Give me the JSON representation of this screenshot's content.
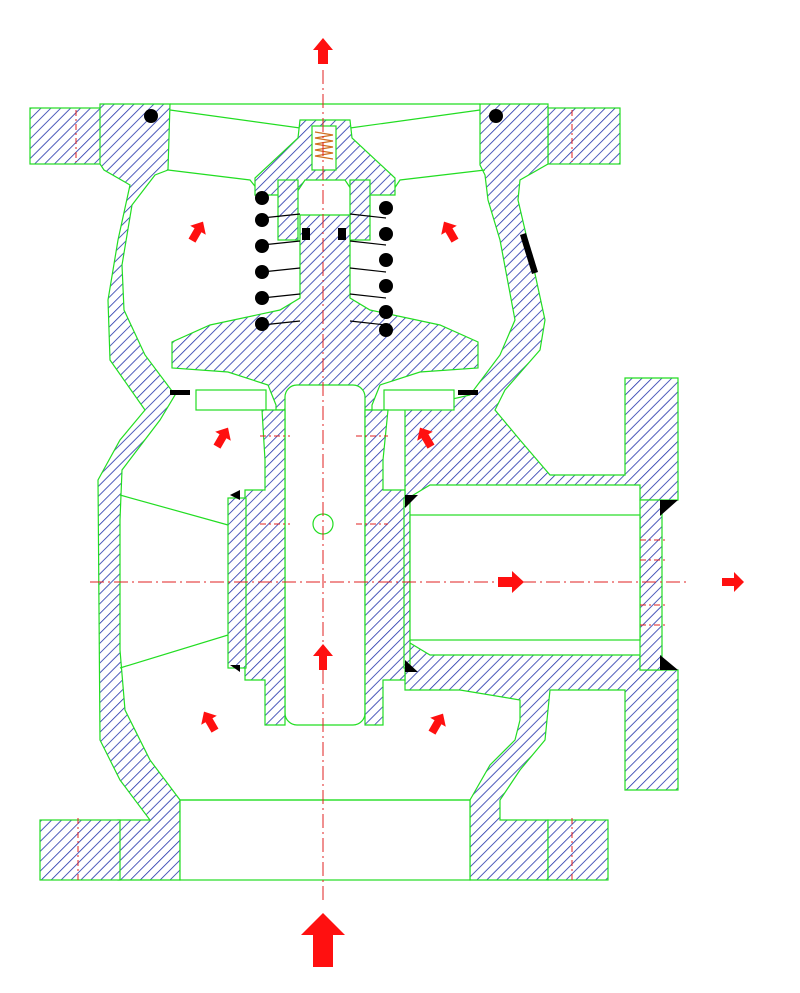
{
  "diagram": {
    "kind": "angle-type safety relief valve cross-section",
    "colors": {
      "outline": "#22dd22",
      "hatch": "#2233aa",
      "centerline": "#e02020",
      "flow_arrow": "#ff1010",
      "seal": "#000000",
      "background": "#ffffff"
    },
    "flow_arrows": [
      "inlet-arrow",
      "upward-arrows",
      "outlet-arrows",
      "top-vent-arrow"
    ],
    "icons": [
      "arrow-icon",
      "spring-coil-icon",
      "bolt-hole-icon"
    ]
  }
}
